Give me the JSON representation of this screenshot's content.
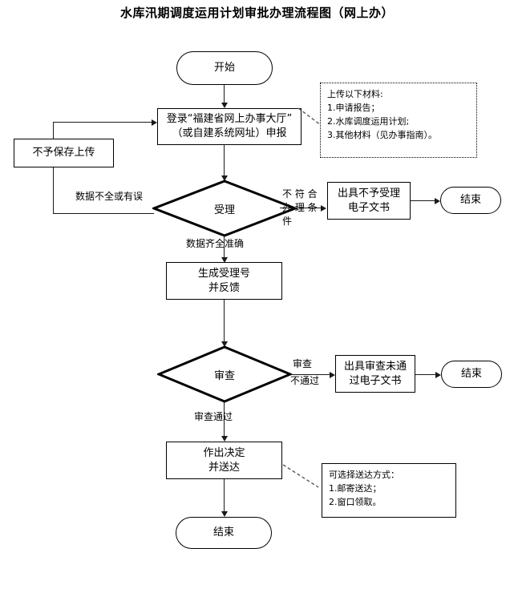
{
  "title": "水库汛期调度运用计划审批办理流程图（网上办）",
  "nodes": {
    "start": "开始",
    "login": {
      "line1": "登录“福建省网上办事大厅”",
      "line2": "（或自建系统网址）申报"
    },
    "reject_upload": "不予保存上传",
    "accept_decision": "受理",
    "issue_no_accept": {
      "line1": "出具不予受理",
      "line2": "电子文书"
    },
    "end_top": "结束",
    "gen_number": {
      "line1": "生成受理号",
      "line2": "并反馈"
    },
    "review_decision": "审查",
    "issue_review_fail": {
      "line1": "出具审查未通",
      "line2": "过电子文书"
    },
    "end_mid": "结束",
    "decide_deliver": {
      "line1": "作出决定",
      "line2": "并送达"
    },
    "end_bottom": "结束"
  },
  "edge_labels": {
    "data_incomplete": "数据不全或有误",
    "not_qualified_1": "不 符 合",
    "not_qualified_2": "办 理 条",
    "not_qualified_3": "件",
    "data_complete": "数据齐全准确",
    "review_fail_1": "审查",
    "review_fail_2": "不通过",
    "review_pass": "审查通过"
  },
  "notes": {
    "upload": {
      "heading": "上传以下材料:",
      "item1": "1.申请报告；",
      "item2": "2.水库调度运用计划;",
      "item3": "3.其他材料（见办事指南）。"
    },
    "delivery": {
      "heading": "可选择送达方式：",
      "item1": "1.邮寄送达；",
      "item2": "2.窗口领取。"
    }
  },
  "colors": {
    "line": "#1a1a1a",
    "diamond_stroke": "#000000",
    "background": "#ffffff"
  },
  "chart_data": {
    "type": "flowchart",
    "title": "水库汛期调度运用计划审批办理流程图（网上办）",
    "steps": [
      {
        "id": "start",
        "kind": "terminator",
        "text": "开始"
      },
      {
        "id": "login",
        "kind": "process",
        "text": "登录“福建省网上办事大厅”（或自建系统网址）申报"
      },
      {
        "id": "accept_decision",
        "kind": "decision",
        "text": "受理"
      },
      {
        "id": "reject_upload",
        "kind": "process",
        "text": "不予保存上传"
      },
      {
        "id": "issue_no_accept",
        "kind": "process",
        "text": "出具不予受理电子文书"
      },
      {
        "id": "end_top",
        "kind": "terminator",
        "text": "结束"
      },
      {
        "id": "gen_number",
        "kind": "process",
        "text": "生成受理号并反馈"
      },
      {
        "id": "review_decision",
        "kind": "decision",
        "text": "审查"
      },
      {
        "id": "issue_review_fail",
        "kind": "process",
        "text": "出具审查未通过电子文书"
      },
      {
        "id": "end_mid",
        "kind": "terminator",
        "text": "结束"
      },
      {
        "id": "decide_deliver",
        "kind": "process",
        "text": "作出决定并送达"
      },
      {
        "id": "end_bottom",
        "kind": "terminator",
        "text": "结束"
      }
    ],
    "edges": [
      {
        "from": "start",
        "to": "login",
        "label": ""
      },
      {
        "from": "login",
        "to": "accept_decision",
        "label": ""
      },
      {
        "from": "accept_decision",
        "to": "reject_upload",
        "label": "数据不全或有误"
      },
      {
        "from": "reject_upload",
        "to": "login",
        "label": ""
      },
      {
        "from": "accept_decision",
        "to": "issue_no_accept",
        "label": "不符合办理条件"
      },
      {
        "from": "issue_no_accept",
        "to": "end_top",
        "label": ""
      },
      {
        "from": "accept_decision",
        "to": "gen_number",
        "label": "数据齐全准确"
      },
      {
        "from": "gen_number",
        "to": "review_decision",
        "label": ""
      },
      {
        "from": "review_decision",
        "to": "issue_review_fail",
        "label": "审查不通过"
      },
      {
        "from": "issue_review_fail",
        "to": "end_mid",
        "label": ""
      },
      {
        "from": "review_decision",
        "to": "decide_deliver",
        "label": "审查通过"
      },
      {
        "from": "decide_deliver",
        "to": "end_bottom",
        "label": ""
      }
    ],
    "annotations": [
      {
        "attached_to": "login",
        "text": "上传以下材料: 1.申请报告； 2.水库调度运用计划; 3.其他材料（见办事指南）。"
      },
      {
        "attached_to": "decide_deliver",
        "text": "可选择送达方式：1.邮寄送达；2.窗口领取。"
      }
    ]
  }
}
